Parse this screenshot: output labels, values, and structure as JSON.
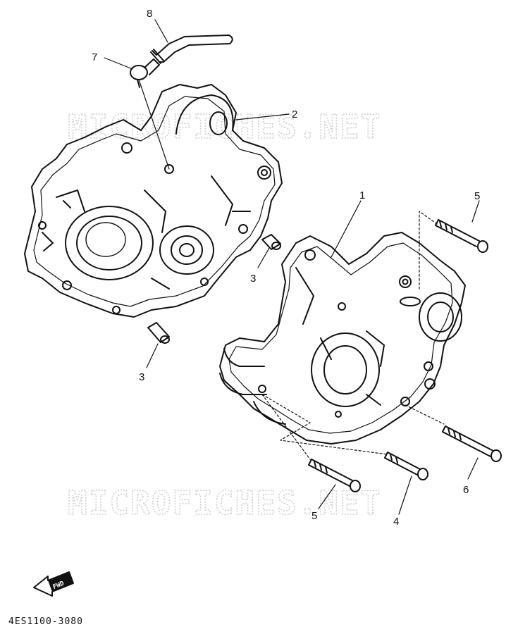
{
  "watermark": {
    "text": "MICROFICHES.NET"
  },
  "fwd_arrow": {
    "text": "FWD"
  },
  "figure_code": "4ES1100-3080",
  "callouts": {
    "c1": "1",
    "c2": "2",
    "c3a": "3",
    "c3b": "3",
    "c4": "4",
    "c5a": "5",
    "c5b": "5",
    "c6": "6",
    "c7": "7",
    "c8": "8"
  }
}
